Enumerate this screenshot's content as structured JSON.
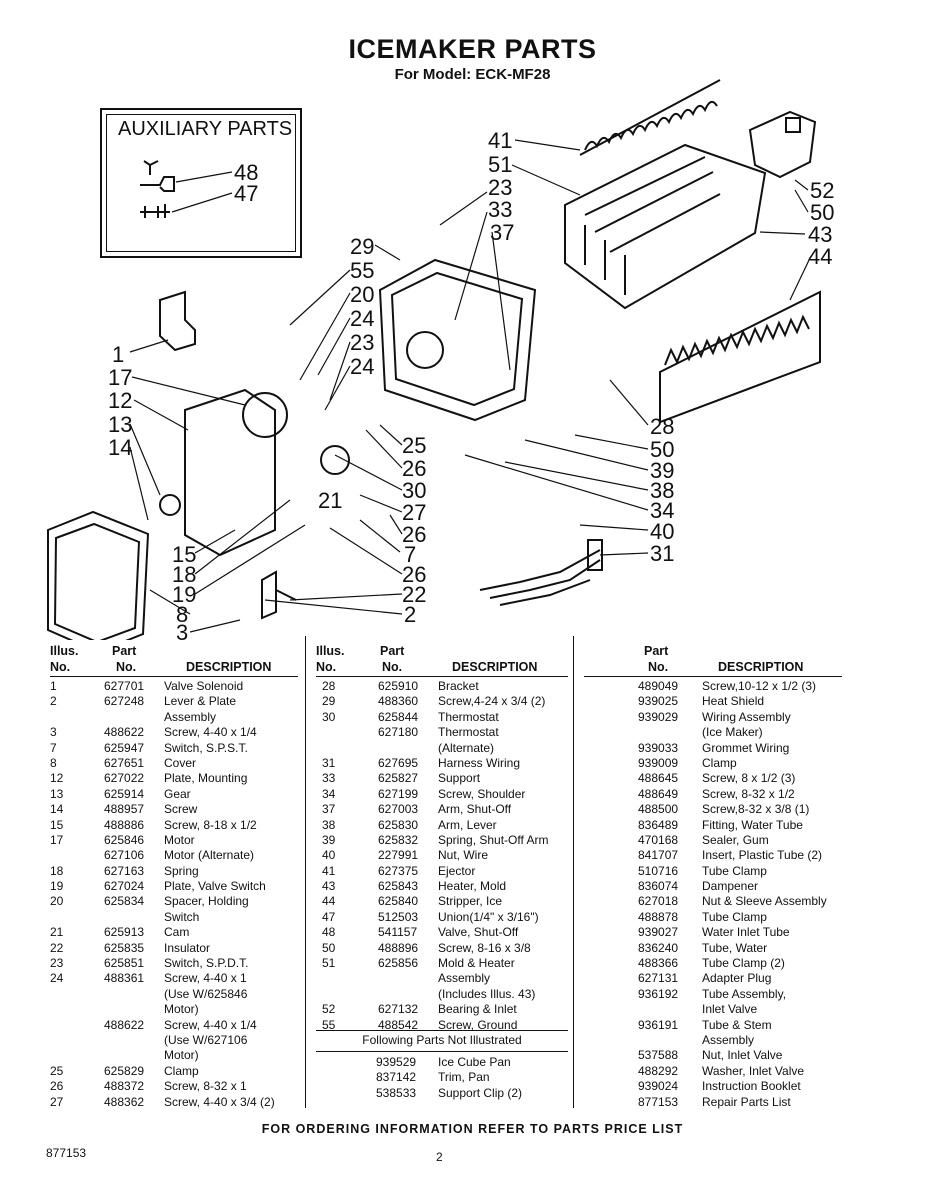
{
  "header": {
    "title": "ICEMAKER PARTS",
    "subtitle": "For Model: ECK-MF28"
  },
  "aux": {
    "title": "AUXILIARY PARTS",
    "labels": [
      "48",
      "47"
    ]
  },
  "callouts": [
    "41",
    "51",
    "23",
    "33",
    "37",
    "52",
    "50",
    "43",
    "44",
    "29",
    "55",
    "20",
    "24",
    "23",
    "24",
    "1",
    "17",
    "12",
    "13",
    "14",
    "25",
    "26",
    "30",
    "21",
    "27",
    "26",
    "28",
    "50",
    "39",
    "38",
    "34",
    "40",
    "31",
    "7",
    "15",
    "18",
    "19",
    "26",
    "22",
    "8",
    "2",
    "3"
  ],
  "table_headers": {
    "illus": "Illus.",
    "no": "No.",
    "part": "Part",
    "part_no": "No.",
    "description": "DESCRIPTION"
  },
  "col1": [
    [
      "1",
      "627701",
      "Valve Solenoid"
    ],
    [
      "2",
      "627248",
      "Lever & Plate"
    ],
    [
      "",
      "",
      "Assembly"
    ],
    [
      "3",
      "488622",
      "Screw, 4-40 x 1/4"
    ],
    [
      "7",
      "625947",
      "Switch, S.P.S.T."
    ],
    [
      "8",
      "627651",
      "Cover"
    ],
    [
      "12",
      "627022",
      "Plate, Mounting"
    ],
    [
      "13",
      "625914",
      "Gear"
    ],
    [
      "14",
      "488957",
      "Screw"
    ],
    [
      "15",
      "488886",
      "Screw, 8-18 x 1/2"
    ],
    [
      "17",
      "625846",
      "Motor"
    ],
    [
      "",
      "627106",
      "Motor (Alternate)"
    ],
    [
      "18",
      "627163",
      "Spring"
    ],
    [
      "19",
      "627024",
      "Plate, Valve Switch"
    ],
    [
      "20",
      "625834",
      "Spacer, Holding"
    ],
    [
      "",
      "",
      "Switch"
    ],
    [
      "21",
      "625913",
      "Cam"
    ],
    [
      "22",
      "625835",
      "Insulator"
    ],
    [
      "23",
      "625851",
      "Switch, S.P.D.T."
    ],
    [
      "24",
      "488361",
      "Screw, 4-40 x 1"
    ],
    [
      "",
      "",
      "(Use W/625846"
    ],
    [
      "",
      "",
      "Motor)"
    ],
    [
      "",
      "488622",
      "Screw, 4-40 x 1/4"
    ],
    [
      "",
      "",
      "(Use W/627106"
    ],
    [
      "",
      "",
      "Motor)"
    ],
    [
      "25",
      "625829",
      "Clamp"
    ],
    [
      "26",
      "488372",
      "Screw, 8-32 x 1"
    ],
    [
      "27",
      "488362",
      "Screw, 4-40 x 3/4 (2)"
    ]
  ],
  "col2": [
    [
      "28",
      "625910",
      "Bracket"
    ],
    [
      "29",
      "488360",
      "Screw,4-24 x 3/4 (2)"
    ],
    [
      "30",
      "625844",
      "Thermostat"
    ],
    [
      "",
      "627180",
      "Thermostat"
    ],
    [
      "",
      "",
      "(Alternate)"
    ],
    [
      "31",
      "627695",
      "Harness Wiring"
    ],
    [
      "33",
      "625827",
      "Support"
    ],
    [
      "34",
      "627199",
      "Screw, Shoulder"
    ],
    [
      "37",
      "627003",
      "Arm, Shut-Off"
    ],
    [
      "38",
      "625830",
      "Arm, Lever"
    ],
    [
      "39",
      "625832",
      "Spring, Shut-Off Arm"
    ],
    [
      "40",
      "227991",
      "Nut, Wire"
    ],
    [
      "41",
      "627375",
      "Ejector"
    ],
    [
      "43",
      "625843",
      "Heater, Mold"
    ],
    [
      "44",
      "625840",
      "Stripper, Ice"
    ],
    [
      "47",
      "512503",
      "Union(1/4\" x 3/16\")"
    ],
    [
      "48",
      "541157",
      "Valve, Shut-Off"
    ],
    [
      "50",
      "488896",
      "Screw, 8-16 x 3/8"
    ],
    [
      "51",
      "625856",
      "Mold & Heater"
    ],
    [
      "",
      "",
      "Assembly"
    ],
    [
      "",
      "",
      "(Includes Illus. 43)"
    ],
    [
      "52",
      "627132",
      "Bearing & Inlet"
    ],
    [
      "55",
      "488542",
      "Screw, Ground"
    ]
  ],
  "not_illustrated": {
    "title": "Following Parts Not Illustrated",
    "rows": [
      [
        "939529",
        "Ice Cube Pan"
      ],
      [
        "837142",
        "Trim, Pan"
      ],
      [
        "538533",
        "Support Clip (2)"
      ]
    ]
  },
  "col3": [
    [
      "489049",
      "Screw,10-12 x 1/2 (3)"
    ],
    [
      "939025",
      "Heat Shield"
    ],
    [
      "939029",
      "Wiring Assembly"
    ],
    [
      "",
      "(Ice Maker)"
    ],
    [
      "939033",
      "Grommet Wiring"
    ],
    [
      "939009",
      "Clamp"
    ],
    [
      "488645",
      "Screw, 8 x 1/2 (3)"
    ],
    [
      "488649",
      "Screw, 8-32 x 1/2"
    ],
    [
      "488500",
      "Screw,8-32 x 3/8 (1)"
    ],
    [
      "836489",
      "Fitting, Water Tube"
    ],
    [
      "470168",
      "Sealer, Gum"
    ],
    [
      "841707",
      "Insert, Plastic Tube (2)"
    ],
    [
      "510716",
      "Tube Clamp"
    ],
    [
      "836074",
      "Dampener"
    ],
    [
      "627018",
      "Nut & Sleeve Assembly"
    ],
    [
      "488878",
      "Tube Clamp"
    ],
    [
      "939027",
      "Water Inlet Tube"
    ],
    [
      "836240",
      "Tube, Water"
    ],
    [
      "488366",
      "Tube Clamp (2)"
    ],
    [
      "627131",
      "Adapter Plug"
    ],
    [
      "936192",
      "Tube Assembly,"
    ],
    [
      "",
      "Inlet Valve"
    ],
    [
      "936191",
      "Tube & Stem"
    ],
    [
      "",
      "Assembly"
    ],
    [
      "537588",
      "Nut, Inlet Valve"
    ],
    [
      "488292",
      "Washer, Inlet Valve"
    ],
    [
      "939024",
      "Instruction Booklet"
    ],
    [
      "877153",
      "Repair Parts List"
    ]
  ],
  "footer": {
    "note": "FOR ORDERING INFORMATION REFER TO PARTS PRICE LIST",
    "doc_number": "877153",
    "page": "2"
  }
}
